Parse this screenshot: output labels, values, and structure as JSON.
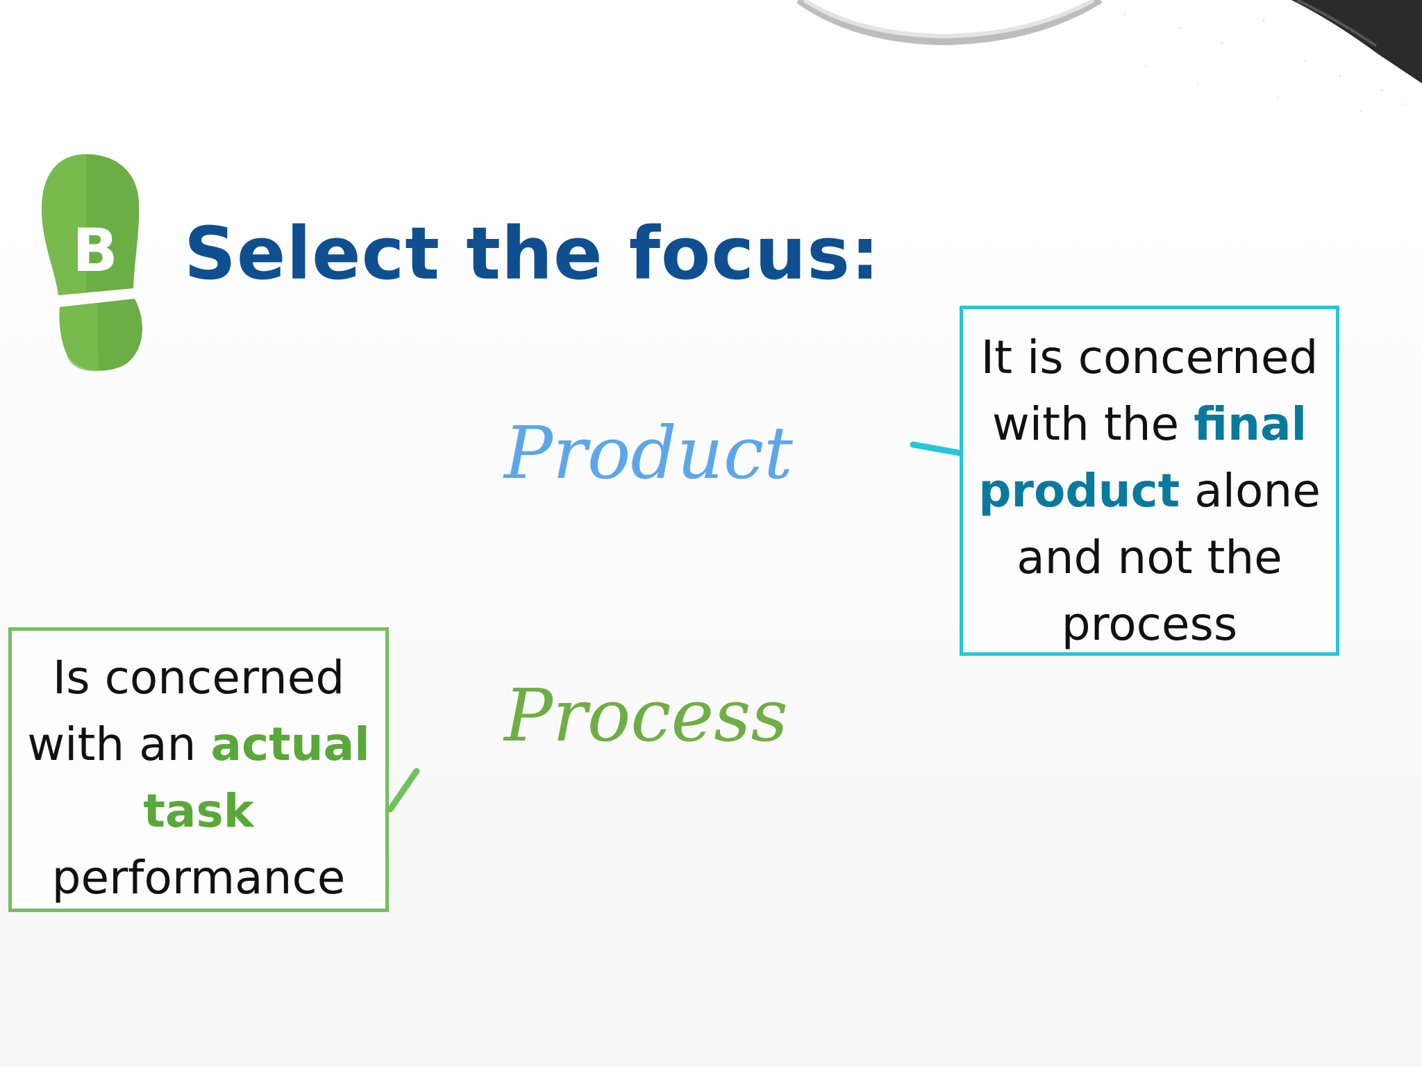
{
  "step": {
    "letter": "B",
    "badge_color": "#6aae45"
  },
  "title": "Select the focus:",
  "options": {
    "product": "Product",
    "process": "Process"
  },
  "callouts": {
    "product": {
      "line1": "It is concerned",
      "line2_pre": "with the ",
      "line2_hl": "final",
      "line3_hl": "product",
      "line3_post": " alone",
      "line4": "and not the",
      "line5": "process",
      "border_color": "#24c6d7",
      "highlight_color": "#0a7a9c"
    },
    "process": {
      "line1": "Is concerned",
      "line2_pre": "with an ",
      "line2_hl": "actual",
      "line3_hl": "task",
      "line4": "performance",
      "border_color": "#72c05a",
      "highlight_color": "#5aa83a"
    }
  },
  "colors": {
    "title": "#0f4f8f",
    "product_option": "#5da7e8",
    "process_option": "#6fae45"
  }
}
